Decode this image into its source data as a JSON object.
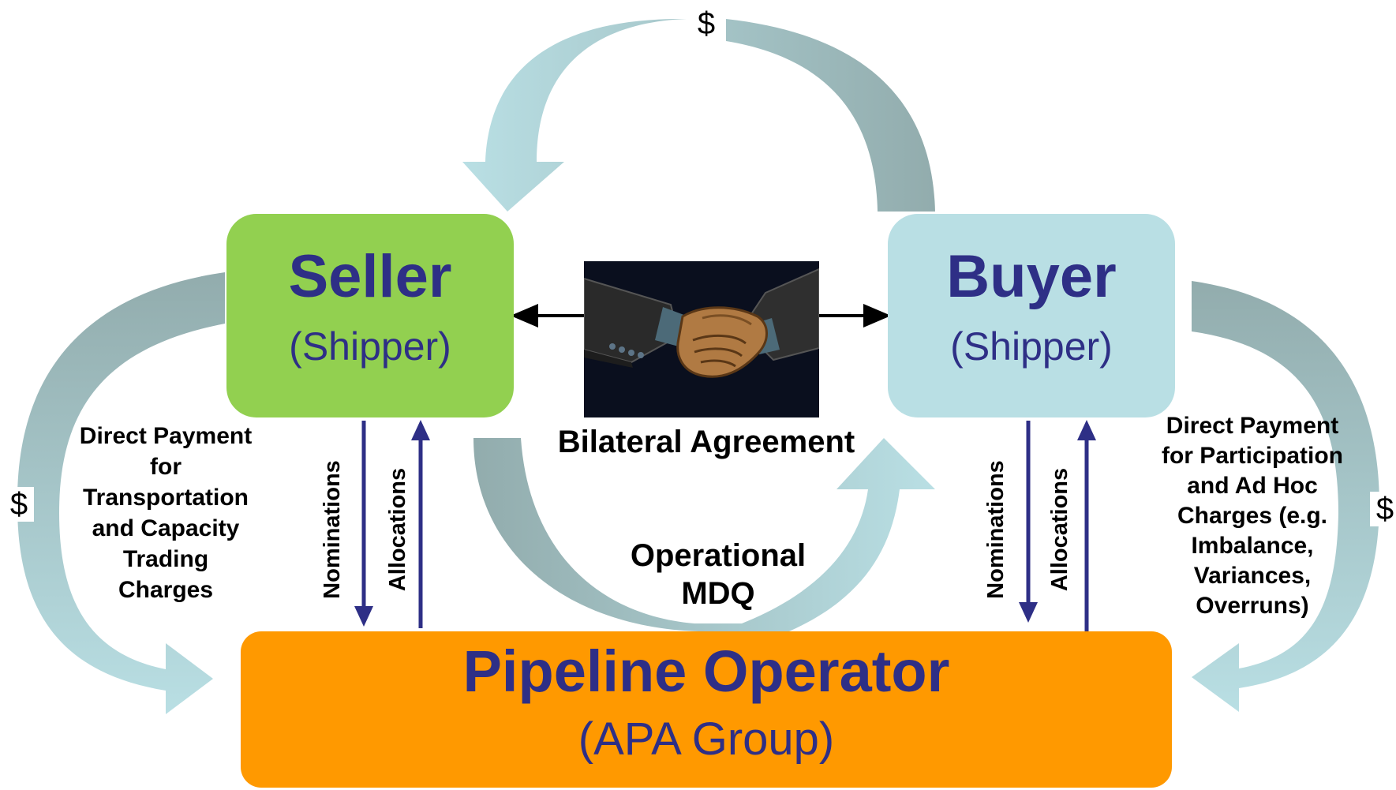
{
  "seller": {
    "title": "Seller",
    "subtitle": "(Shipper)"
  },
  "buyer": {
    "title": "Buyer",
    "subtitle": "(Shipper)"
  },
  "operator": {
    "title": "Pipeline Operator",
    "subtitle": "(APA Group)"
  },
  "agreement_label": "Bilateral Agreement",
  "mdq_label_lines": [
    "Operational",
    "MDQ"
  ],
  "left_payment_lines": [
    "Direct Payment",
    "for",
    "Transportation",
    "and Capacity",
    "Trading",
    "Charges"
  ],
  "right_payment_lines": [
    "Direct Payment",
    "for Participation",
    "and Ad Hoc",
    "Charges (e.g.",
    "Imbalance,",
    "Variances,",
    "Overruns)"
  ],
  "dollar_symbol": "$",
  "flows": {
    "left_nominations": "Nominations",
    "left_allocations": "Allocations",
    "right_nominations": "Nominations",
    "right_allocations": "Allocations"
  },
  "colors": {
    "seller": "#92d050",
    "buyer": "#b9dfe4",
    "operator": "#ff9900",
    "box_text": "#2e2f86",
    "flow_arrow": "#2e2f86",
    "curved_arrow_light": "#b9dfe4",
    "curved_arrow_dark": "#92acad"
  }
}
